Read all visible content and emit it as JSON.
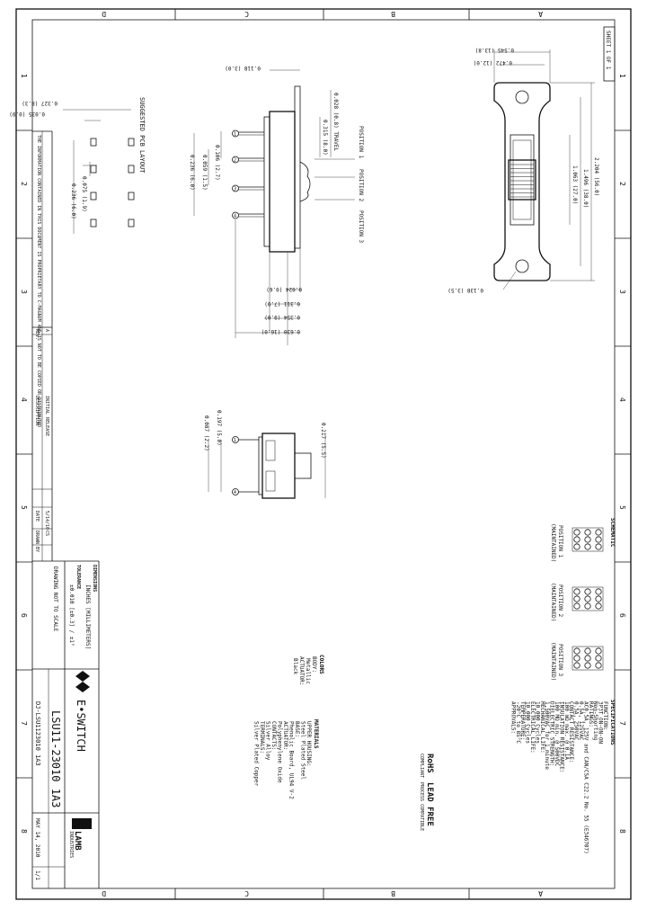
{
  "zones": {
    "columns_top": [
      "D",
      "C",
      "B",
      "A"
    ],
    "columns_bottom": [
      "D",
      "C",
      "B",
      "A"
    ],
    "rows_left": [
      "1",
      "2",
      "3",
      "4",
      "5",
      "6",
      "7",
      "8"
    ],
    "rows_right": [
      "1",
      "2",
      "3",
      "4",
      "5",
      "6",
      "7",
      "8"
    ]
  },
  "sheet_label": "SHEET 1 OF 1",
  "front_view": {
    "dims": [
      "0.545 (13.8)",
      "0.472 (12.0)",
      "2.204 (56.0)",
      "1.496 (38.0)",
      "1.063 (27.0)",
      "0.138 (3.5)"
    ]
  },
  "side_view": {
    "dims_top": [
      "0.118 (3.0)",
      "0.028 (0.8) TRAVEL",
      "0.315 (8.0)"
    ],
    "dims_bottom": [
      "0.024 (0.6)",
      "0.311 (7.9)",
      "0.354 (9.0)",
      "0.630 (16.0)"
    ],
    "dims_left": [
      "0.106 (2.7)",
      "0.059 (1.5)",
      "0.236 (6.0)"
    ],
    "positions": [
      "POSITION 1",
      "POSITION 2",
      "POSITION 3"
    ],
    "terminals": [
      "1",
      "2",
      "3",
      "4"
    ]
  },
  "end_view": {
    "dims": [
      "0.087 (2.2)",
      "0.197 (5.0)",
      "0.217 (5.5)"
    ],
    "terminals": [
      "1",
      "4"
    ]
  },
  "pcb_layout": {
    "title": "SUGGESTED PCB LAYOUT",
    "dims": [
      "0.327 (8.3)",
      "0.035 (0.9)",
      "0.075 (1.9)",
      "0.236 (6.0)"
    ],
    "notice": "THE INFORMATION CONTAINED IN THIS DOCUMENT IS PROPRIETARY TO C-MAGNUM AND IS NOT TO BE COPIED OR DISTRIBUTED"
  },
  "revision_block": {
    "headers": [
      "REV.",
      "DESCRIPTION",
      "DATE",
      "DRAWN BY"
    ],
    "rows": [
      [
        "A",
        "INITIAL RELEASE",
        "5/14/10",
        "CS"
      ]
    ]
  },
  "title_block": {
    "units_heading": "DIMENSIONS",
    "units": "INCHES [MILLIMETERS]",
    "tolerance_heading": "TOLERANCE",
    "tolerance": "±0.010 [±0.3] / ±1°",
    "scale_note": "DRAWING NOT TO SCALE",
    "company": "E•SWITCH",
    "part_title": "LSU11-23010 1A3",
    "part_number": "DJ-LSU1123010 1A3",
    "date": "MAY 14, 2010",
    "sheet": "1/1",
    "logo_text": "LAMB",
    "logo_subtext": "INDUSTRIES"
  },
  "colors": {
    "heading": "COLORS",
    "lines": [
      "BODY:",
      "Metallic",
      "ACTUATOR:",
      "Black"
    ]
  },
  "materials": {
    "heading": "MATERIALS",
    "lines": [
      "UPPER HOUSING:",
      "Steel Plated Steel",
      "BASE:",
      "Phenolic Board, UL94 V-2",
      "ACTUATOR:",
      "Polyphenylene Oxide",
      "CONTACTS:",
      "Silver Alloy",
      "TERMINALS:",
      "Silver Plated Copper"
    ]
  },
  "specifications": {
    "heading": "SPECIFICATIONS",
    "lines": [
      "FUNCTION:",
      "3P3T ON-ON-ON",
      "Non-Shorting",
      "RATINGS:",
      "AC0.5A, 125V and CAN/CSA C22.2 No. 55 (E346707)",
      "0.5A, 125VAC",
      "0.5A, 250VAC",
      "CONTACT RESISTANCE:",
      "100 mΩ max. @ 0.1A",
      "INSULATION RESISTANCE:",
      "100 MΩ min. @ 500VDC",
      "DIELECTRIC STRENGTH:",
      "1,500VAC for 1 minute",
      "MECHANICAL LIFE:",
      "10,000 Cycles",
      "ELECTRICAL LIFE:",
      "10,000 Cycles",
      "TEMPERATURE:",
      "-20°C to 85°C",
      "APPROVALS:"
    ]
  },
  "compliance": {
    "rohs": "RoHS",
    "rohs_sub": "COMPLIANT",
    "lead_free": "LEAD FREE",
    "lead_free_sub": "PROCESS COMPATIBLE"
  },
  "schematic": {
    "heading": "SCHEMATIC",
    "positions": [
      "POSITION 1",
      "POSITION 2",
      "POSITION 3"
    ],
    "position_notes": [
      "(MAINTAINED)",
      "(MAINTAINED)",
      "(MAINTAINED)"
    ]
  }
}
